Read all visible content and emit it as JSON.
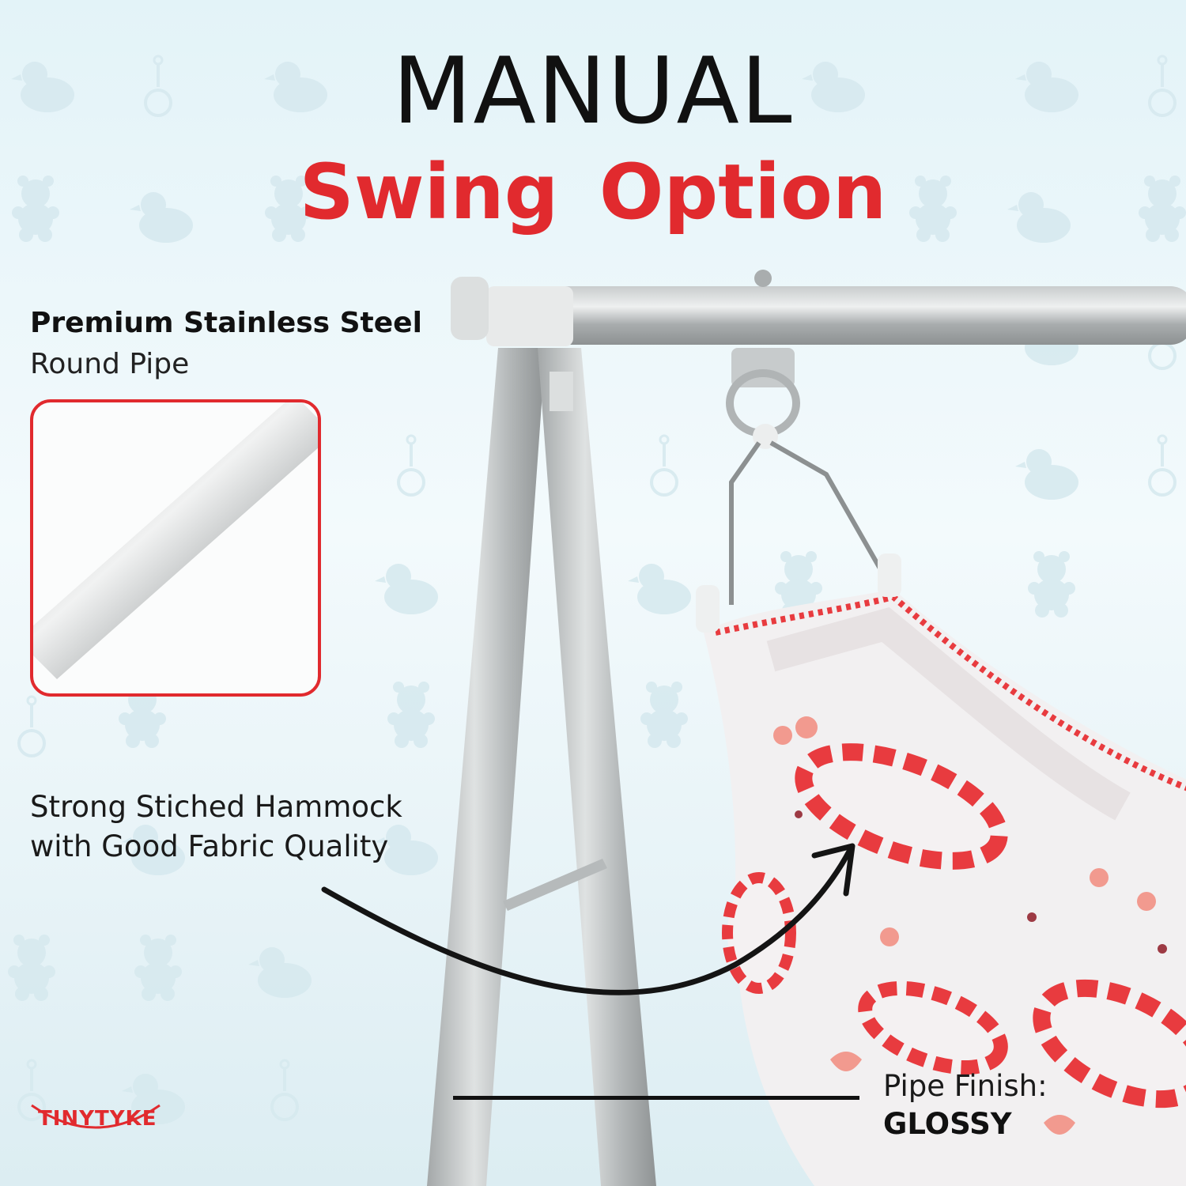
{
  "heading": {
    "line1": "MANUAL",
    "line2": "Swing  Option"
  },
  "callouts": {
    "steel": {
      "strong": "Premium Stainless Steel",
      "normal": "Round Pipe"
    },
    "hammock": {
      "line1": "Strong Stiched Hammock",
      "line2": "with Good Fabric Quality"
    },
    "finish": {
      "label": "Pipe Finish:",
      "value": "GLOSSY"
    }
  },
  "brand": {
    "name": "TINYTYKE"
  },
  "colors": {
    "accent_red": "#e12a2e",
    "text_dark": "#111111",
    "background": "#e8f5f9"
  },
  "icons": [
    "curved-arrow-icon",
    "teddy-bear-pattern",
    "duck-pattern"
  ]
}
